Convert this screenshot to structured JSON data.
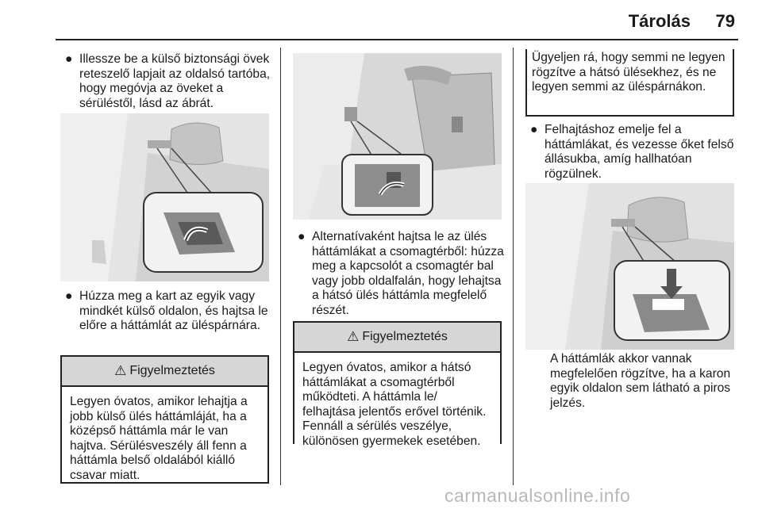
{
  "header": {
    "title": "Tárolás",
    "page_number": "79"
  },
  "col1": {
    "bullet1": "Illessze be a külső biztonsági övek reteszelő lapjait az oldalsó tartóba, hogy megóvja az öveket a sérüléstől, lásd az ábrát.",
    "bullet2": "Húzza meg a kart az egyik vagy mindkét külső oldalon, és hajtsa le előre a háttámlát az üléspárnára.",
    "warning_title": "Figyelmeztetés",
    "warning_body": "Legyen óvatos, amikor lehajtja a jobb külső ülés háttámláját, ha a középső háttámla már le van hajtva. Sérülésveszély áll fenn a háttámla belső oldalából kiálló csavar miatt."
  },
  "col2": {
    "bullet1": "Alternatívaként hajtsa le az ülés háttámlákat a csomagtérből: húzza meg a kapcsolót a csomagtér bal vagy jobb oldalfalán, hogy lehajtsa a hátsó ülés háttámla megfelelő részét.",
    "warning_title": "Figyelmeztetés",
    "warning_body": "Legyen óvatos, amikor a hátsó háttámlákat a csomagtérből működteti. A háttámla le/ felhajtása jelentős erővel történik. Fennáll a sérülés veszélye, különösen gyermekek esetében."
  },
  "col3": {
    "note": "Ügyeljen rá, hogy semmi ne legyen rögzítve a hátsó ülésekhez, és ne legyen semmi az üléspárnákon.",
    "bullet1": "Felhajtáshoz emelje fel a háttámlákat, és vezesse őket felső állásukba, amíg hallhatóan rögzülnek.",
    "caption": "A háttámlák akkor vannak megfelelően rögzítve, ha a karon egyik oldalon sem látható a piros jelzés."
  },
  "watermark": "carmanualsonline.info",
  "bullet_symbol": "●",
  "warning_icon": "warning-triangle-icon"
}
